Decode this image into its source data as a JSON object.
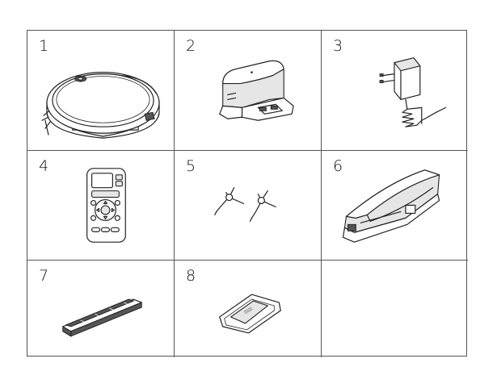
{
  "items": [
    {
      "number": "1",
      "icon": "robot-vacuum-icon"
    },
    {
      "number": "2",
      "icon": "charging-dock-icon"
    },
    {
      "number": "3",
      "icon": "power-adapter-icon"
    },
    {
      "number": "4",
      "icon": "remote-control-icon"
    },
    {
      "number": "5",
      "icon": "side-brushes-icon"
    },
    {
      "number": "6",
      "icon": "dustbin-icon"
    },
    {
      "number": "7",
      "icon": "hepa-filter-icon"
    },
    {
      "number": "8",
      "icon": "cleaning-tool-icon"
    },
    {
      "number": "",
      "icon": ""
    }
  ],
  "colors": {
    "line": "#222222",
    "grid": "#555555",
    "fill": "#e6e6e6",
    "background": "#ffffff"
  }
}
